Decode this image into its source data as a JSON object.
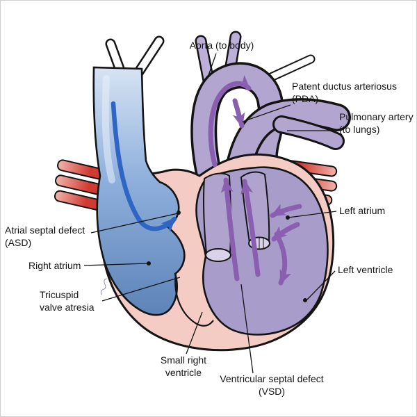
{
  "diagram": {
    "labels": {
      "aorta": {
        "line1": "Aorta (to body)"
      },
      "pda": {
        "line1": "Patent ductus arteriosus",
        "line2": "(PDA)"
      },
      "pulmonary_artery": {
        "line1": "Pulmonary artery",
        "line2": "(to lungs)"
      },
      "left_atrium": {
        "line1": "Left atrium"
      },
      "left_ventricle": {
        "line1": "Left ventricle"
      },
      "asd": {
        "line1": "Atrial septal defect",
        "line2": "(ASD)"
      },
      "right_atrium": {
        "line1": "Right atrium"
      },
      "tricuspid": {
        "line1": "Tricuspid",
        "line2": "valve atresia"
      },
      "small_rv": {
        "line1": "Small right",
        "line2": "ventricle"
      },
      "vsd": {
        "line1": "Ventricular septal defect",
        "line2": "(VSD)"
      }
    },
    "colors": {
      "outline": "#141414",
      "heart_wall_pink": "#f4ccc4",
      "chamber_purple": "#a89dca",
      "vessel_purple": "#b2a6d1",
      "vessel_purple_light": "#bcb0d8",
      "venous_blue": "#7ea2d4",
      "artery_red": "#cf3a31",
      "artery_red_pale": "#f2b4ac",
      "flow_arrow_purple": "#8b5fb0",
      "flow_arrow_blue": "#2f66c4",
      "label_text": "#141414"
    }
  }
}
